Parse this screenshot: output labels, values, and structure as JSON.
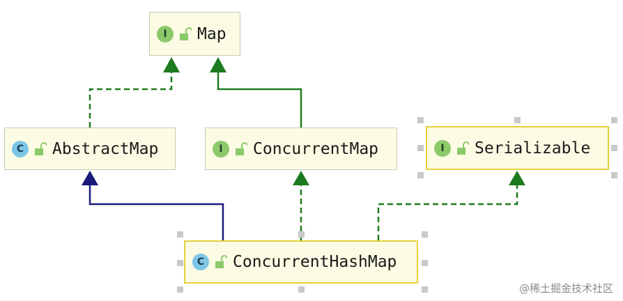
{
  "diagram": {
    "nodes": [
      {
        "id": "map",
        "label": "Map",
        "kind": "interface",
        "badge": "I"
      },
      {
        "id": "abstract_map",
        "label": "AbstractMap",
        "kind": "class",
        "badge": "C"
      },
      {
        "id": "concurrent_map",
        "label": "ConcurrentMap",
        "kind": "interface",
        "badge": "I"
      },
      {
        "id": "serializable",
        "label": "Serializable",
        "kind": "interface",
        "badge": "I"
      },
      {
        "id": "concurrent_hash_map",
        "label": "ConcurrentHashMap",
        "kind": "class",
        "badge": "C"
      }
    ],
    "edges": [
      {
        "from": "abstract_map",
        "to": "map",
        "style": "dashed",
        "color": "#1e7a1e",
        "relation": "implements"
      },
      {
        "from": "concurrent_map",
        "to": "map",
        "style": "solid",
        "color": "#1e7a1e",
        "relation": "extends"
      },
      {
        "from": "concurrent_hash_map",
        "to": "abstract_map",
        "style": "solid",
        "color": "#1a1a7a",
        "relation": "extends"
      },
      {
        "from": "concurrent_hash_map",
        "to": "concurrent_map",
        "style": "dashed",
        "color": "#1e7a1e",
        "relation": "implements"
      },
      {
        "from": "concurrent_hash_map",
        "to": "serializable",
        "style": "dashed",
        "color": "#1e7a1e",
        "relation": "implements"
      }
    ],
    "selected": [
      "serializable",
      "concurrent_hash_map"
    ]
  },
  "watermark": "@稀土掘金技术社区"
}
